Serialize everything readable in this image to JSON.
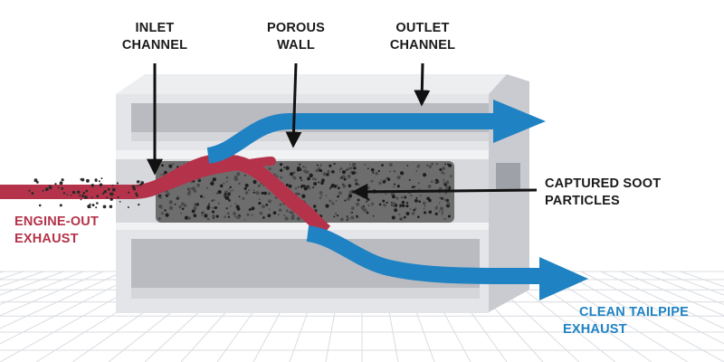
{
  "labels": {
    "inlet_channel": [
      "INLET",
      "CHANNEL"
    ],
    "porous_wall": [
      "POROUS",
      "WALL"
    ],
    "outlet_channel": [
      "OUTLET",
      "CHANNEL"
    ],
    "captured_soot": [
      "CAPTURED SOOT",
      "PARTICLES"
    ],
    "engine_out": [
      "ENGINE-OUT",
      "EXHAUST"
    ],
    "clean_tailpipe": [
      "CLEAN TAILPIPE",
      "EXHAUST"
    ]
  },
  "colors": {
    "background": "#ffffff",
    "grid": "#d9dce0",
    "filter_face": "#e6e7ea",
    "filter_shade": "#c8cacf",
    "filter_dark": "#b6b8bd",
    "soot_body": "#6d6d6d",
    "soot_dot": "#1e1e1e",
    "engine_out_flow": "#b5334a",
    "clean_flow": "#1f82c3",
    "label_text": "#1a1a1a",
    "engine_out_text": "#b5334a",
    "clean_text": "#1f82c3",
    "leader_line": "#111111"
  },
  "icons": {
    "engine_out_arrow": "red-flow-arrow",
    "outlet_arrow_top": "blue-flow-arrow",
    "outlet_arrow_bottom": "blue-flow-arrow",
    "leader_arrow": "black-pointer-arrow"
  }
}
